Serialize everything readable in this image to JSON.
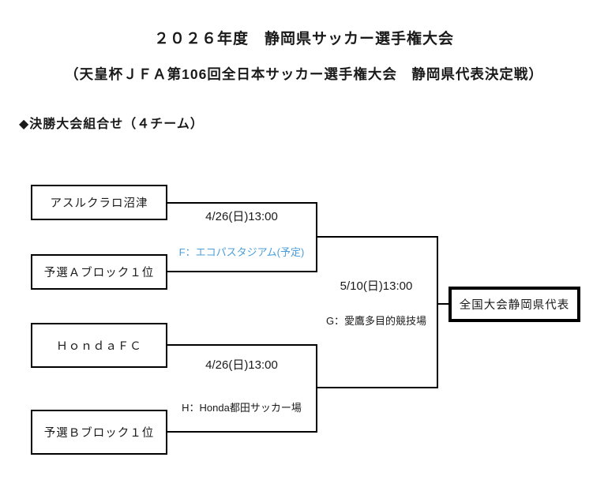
{
  "colors": {
    "text": "#1a1a1a",
    "line": "#000000",
    "venue_highlight": "#4d9fd9"
  },
  "header": {
    "title": "２０２６年度　静岡県サッカー選手権大会",
    "subtitle": "（天皇杯ＪＦＡ第106回全日本サッカー選手権大会　静岡県代表決定戦）",
    "section_heading": "◆決勝大会組合せ（４チーム）"
  },
  "bracket": {
    "teams": [
      {
        "name": "アスルクラロ沼津"
      },
      {
        "name": "予選Ａブロック１位"
      },
      {
        "name": "ＨｏｎｄａＦＣ"
      },
      {
        "name": "予選Ｂブロック１位"
      }
    ],
    "semifinal_1": {
      "datetime": "4/26(日)13:00",
      "venue": "F：エコパスタジアム(予定)"
    },
    "semifinal_2": {
      "datetime": "4/26(日)13:00",
      "venue": "H：Honda都田サッカー場"
    },
    "final": {
      "datetime": "5/10(日)13:00",
      "venue": "G：愛鷹多目的競技場"
    },
    "winner_label": "全国大会静岡県代表"
  }
}
